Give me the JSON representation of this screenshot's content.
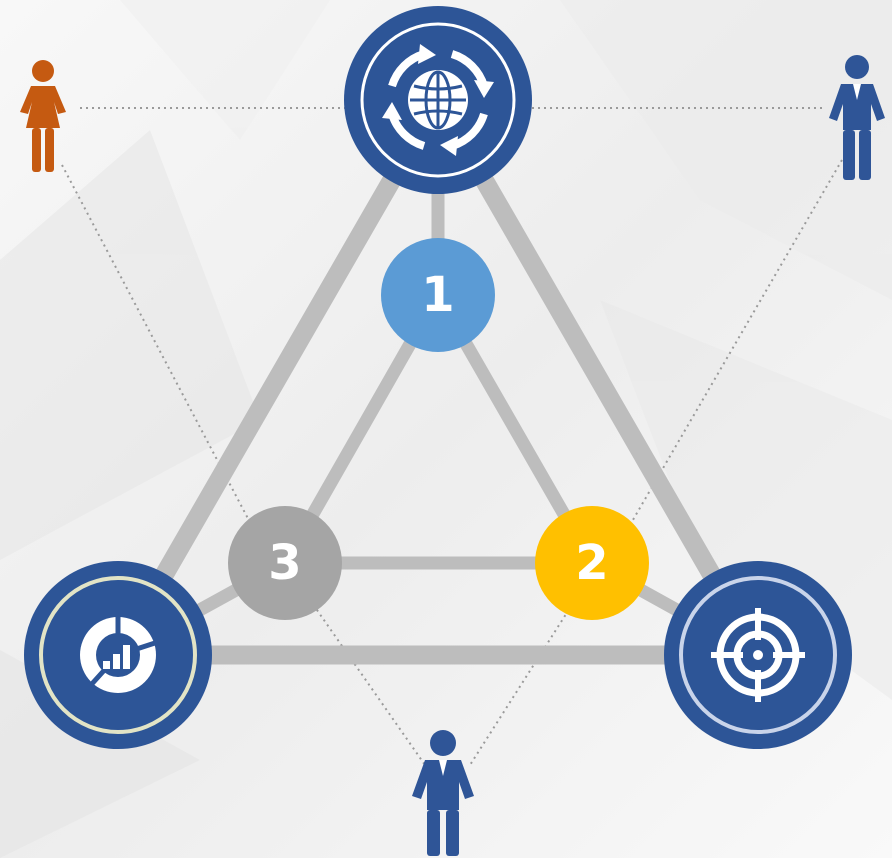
{
  "colors": {
    "background": "#f4f4f4",
    "navy": "#2d5597",
    "gray_line": "#bdbdbd",
    "node_1": "#5b9bd5",
    "node_2": "#ffc000",
    "node_3": "#a5a5a5",
    "person_orange": "#c55a11",
    "person_blue": "#2f5597",
    "ring_left": "#e2e4c6",
    "ring_right": "#c9d4ea"
  },
  "nodes": {
    "n1": {
      "label": "1"
    },
    "n2": {
      "label": "2"
    },
    "n3": {
      "label": "3"
    }
  },
  "icons": {
    "top": "globe-refresh-icon",
    "left": "chart-donut-icon",
    "right": "target-icon"
  },
  "people": [
    "woman-orange-icon",
    "man-blue-icon",
    "man-blue-icon"
  ]
}
